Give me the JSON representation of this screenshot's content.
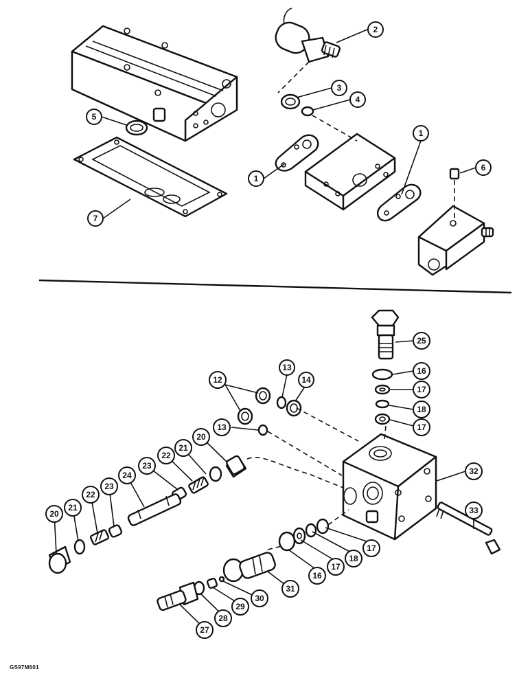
{
  "figure_code": "GS97M601",
  "callouts": [
    {
      "id": "c2",
      "label": "2"
    },
    {
      "id": "c3",
      "label": "3"
    },
    {
      "id": "c4",
      "label": "4"
    },
    {
      "id": "c5",
      "label": "5"
    },
    {
      "id": "c1a",
      "label": "1"
    },
    {
      "id": "c1b",
      "label": "1"
    },
    {
      "id": "c6",
      "label": "6"
    },
    {
      "id": "c7",
      "label": "7"
    },
    {
      "id": "c25",
      "label": "25"
    },
    {
      "id": "c16a",
      "label": "16"
    },
    {
      "id": "c17a",
      "label": "17"
    },
    {
      "id": "c18a",
      "label": "18"
    },
    {
      "id": "c17b",
      "label": "17"
    },
    {
      "id": "c12",
      "label": "12"
    },
    {
      "id": "c13a",
      "label": "13"
    },
    {
      "id": "c14",
      "label": "14"
    },
    {
      "id": "c13b",
      "label": "13"
    },
    {
      "id": "c20a",
      "label": "20"
    },
    {
      "id": "c21a",
      "label": "21"
    },
    {
      "id": "c22a",
      "label": "22"
    },
    {
      "id": "c23a",
      "label": "23"
    },
    {
      "id": "c24",
      "label": "24"
    },
    {
      "id": "c32",
      "label": "32"
    },
    {
      "id": "c20b",
      "label": "20"
    },
    {
      "id": "c21b",
      "label": "21"
    },
    {
      "id": "c22b",
      "label": "22"
    },
    {
      "id": "c23b",
      "label": "23"
    },
    {
      "id": "c33",
      "label": "33"
    },
    {
      "id": "c17c",
      "label": "17"
    },
    {
      "id": "c18b",
      "label": "18"
    },
    {
      "id": "c17d",
      "label": "17"
    },
    {
      "id": "c16b",
      "label": "16"
    },
    {
      "id": "c31",
      "label": "31"
    },
    {
      "id": "c30",
      "label": "30"
    },
    {
      "id": "c29",
      "label": "29"
    },
    {
      "id": "c28",
      "label": "28"
    },
    {
      "id": "c27",
      "label": "27"
    }
  ]
}
